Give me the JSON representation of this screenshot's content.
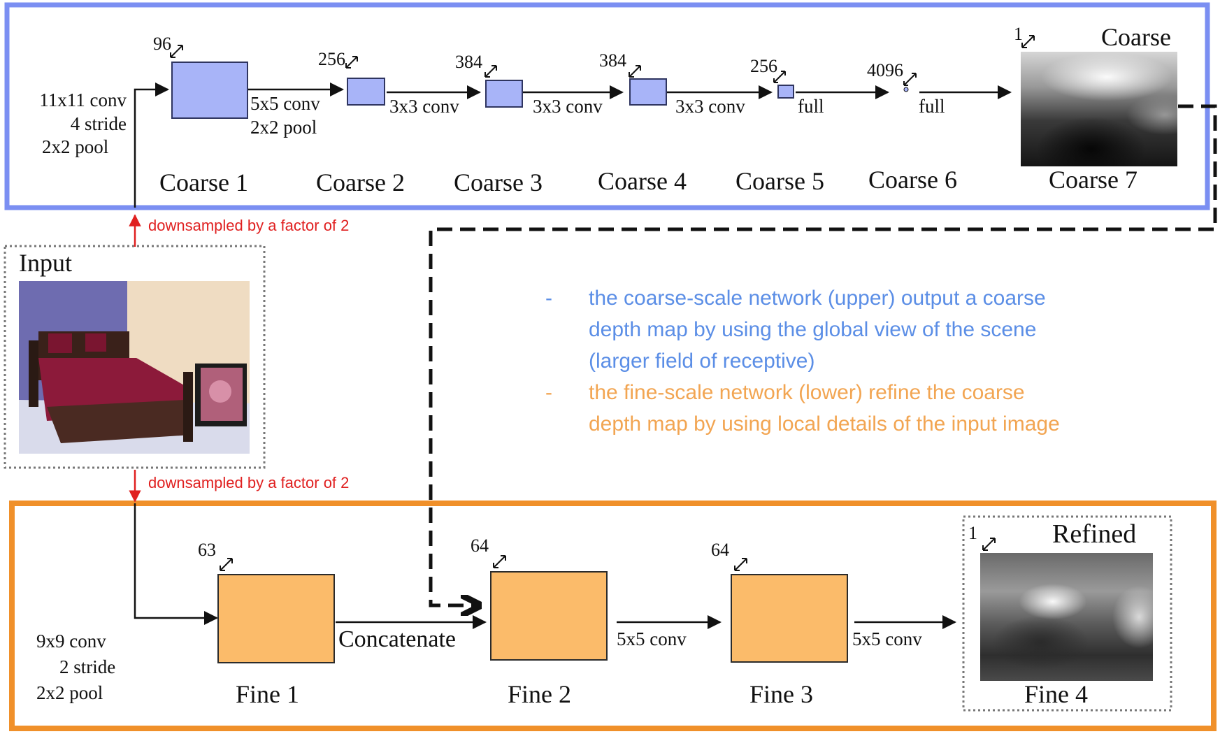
{
  "coarse": {
    "stages": [
      "Coarse 1",
      "Coarse 2",
      "Coarse 3",
      "Coarse 4",
      "Coarse 5",
      "Coarse 6",
      "Coarse 7"
    ],
    "dims": [
      "96",
      "256",
      "384",
      "384",
      "256",
      "4096",
      "1"
    ],
    "ops": {
      "input_l1": "11x11 conv",
      "input_l2": "4 stride",
      "input_l3": "2x2 pool",
      "c1_l1": "5x5 conv",
      "c1_l2": "2x2 pool",
      "c2": "3x3 conv",
      "c3": "3x3 conv",
      "c4": "3x3 conv",
      "c5": "full",
      "c6": "full"
    },
    "output_label": "Coarse",
    "border_color": "#7b8ff2"
  },
  "fine": {
    "stages": [
      "Fine 1",
      "Fine 2",
      "Fine 3",
      "Fine 4"
    ],
    "dims": [
      "63",
      "64",
      "64",
      "1"
    ],
    "ops": {
      "input_l1": "9x9 conv",
      "input_l2": "2 stride",
      "input_l3": "2x2 pool",
      "concat": "Concatenate",
      "f2": "5x5 conv",
      "f3": "5x5 conv"
    },
    "output_label": "Refined",
    "border_color": "#f0902a"
  },
  "input": {
    "label": "Input",
    "note_up": "downsampled by a factor of 2",
    "note_down": "downsampled by a factor of 2"
  },
  "description": {
    "bullet": "-",
    "coarse_text": [
      "the coarse-scale network (upper) output a coarse",
      "depth map by using the global view of the scene",
      "(larger field of receptive)"
    ],
    "fine_text": [
      "the fine-scale network (lower) refine the coarse",
      "depth map by using local details of the input image"
    ],
    "coarse_color": "#5b8ee6",
    "fine_color": "#f2a552"
  }
}
